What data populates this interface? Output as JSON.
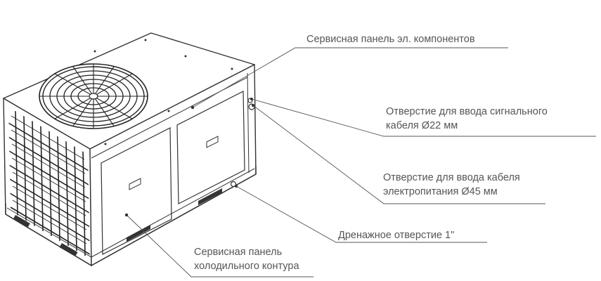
{
  "diagram": {
    "subject": "rooftop-unit-isometric",
    "line_color": "#333333",
    "leader_color": "#555555",
    "text_color": "#555555"
  },
  "callouts": {
    "electrical_panel": "Сервисная панель эл. компонентов",
    "signal_cable_hole": [
      "Отверстие для ввода сигнального",
      "кабеля Ø22 мм"
    ],
    "power_cable_hole": [
      "Отверстие для ввода кабеля",
      "электропитания Ø45 мм"
    ],
    "drain_hole": "Дренажное отверстие 1\"",
    "refrigerant_panel": [
      "Сервисная панель",
      "холодильного контура"
    ]
  }
}
